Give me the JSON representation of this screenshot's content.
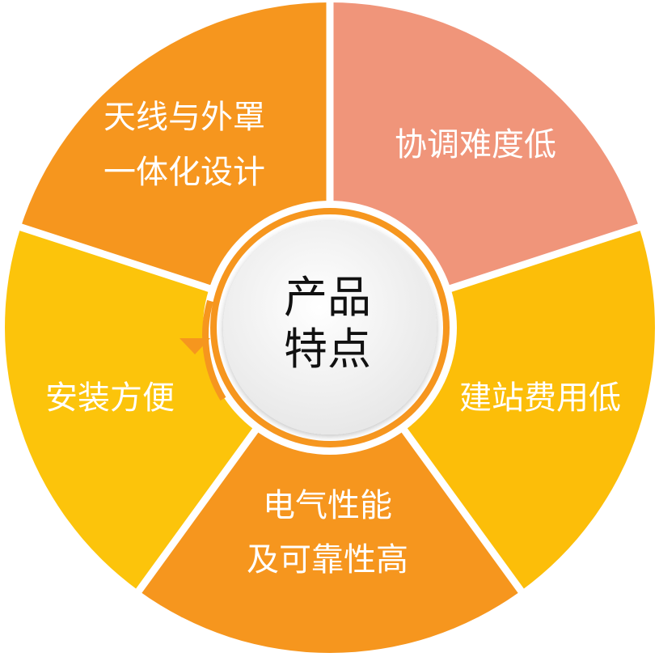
{
  "center": {
    "line1": "产品",
    "line2": "特点"
  },
  "segments": [
    {
      "id": "coordination",
      "lines": [
        "协调难度低"
      ],
      "color": "#F0957A"
    },
    {
      "id": "site-cost",
      "lines": [
        "建站费用低"
      ],
      "color": "#FCBE09"
    },
    {
      "id": "reliability",
      "lines": [
        "电气性能",
        "及可靠性高"
      ],
      "color": "#F6961E"
    },
    {
      "id": "install",
      "lines": [
        "安装方便"
      ],
      "color": "#FCC40B"
    },
    {
      "id": "integrated-design",
      "lines": [
        "天线与外罩",
        "一体化设计"
      ],
      "color": "#F6961E"
    }
  ],
  "colors": {
    "gap": "#ffffff",
    "inner_ring": "#F6961E",
    "center_fill": "#F4F4F4",
    "center_text": "#111111",
    "segment_text": "#ffffff"
  }
}
